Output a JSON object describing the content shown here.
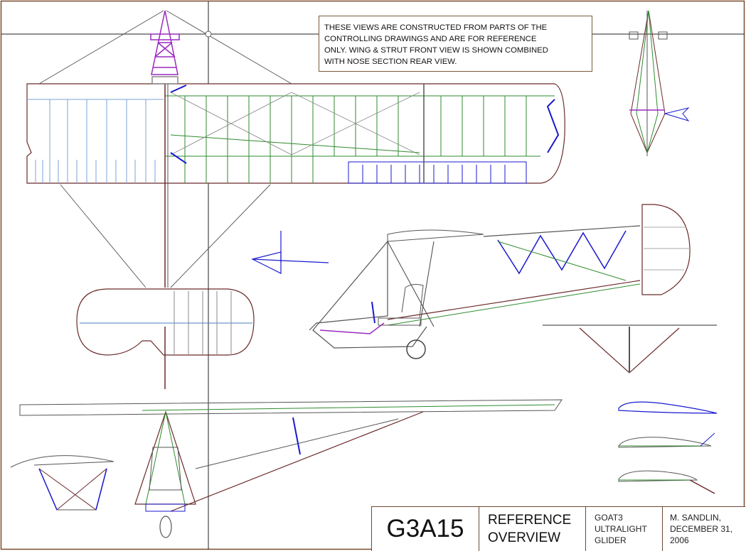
{
  "note": {
    "lines": [
      "THESE VIEWS ARE CONSTRUCTED FROM PARTS OF THE",
      "CONTROLLING DRAWINGS AND ARE FOR REFERENCE",
      "ONLY. WING & STRUT FRONT VIEW IS SHOWN COMBINED",
      "WITH NOSE SECTION REAR VIEW."
    ]
  },
  "title_block": {
    "drawing_number": "G3A15",
    "title_line1": "REFERENCE",
    "title_line2": "OVERVIEW",
    "project_line1": "GOAT3",
    "project_line2": "ULTRALIGHT",
    "project_line3": "GLIDER",
    "author_line1": "M. SANDLIN,",
    "author_line2": "DECEMBER 31,",
    "author_line3": "2006"
  },
  "colors": {
    "border": "#7a4a2a",
    "structure_green": "#2e8b2e",
    "rib_blue": "#4a7fc0",
    "fitting_blue": "#1a1ad0",
    "cabane_purple": "#9a2ac0",
    "outline_brown": "#6b2a2a"
  }
}
